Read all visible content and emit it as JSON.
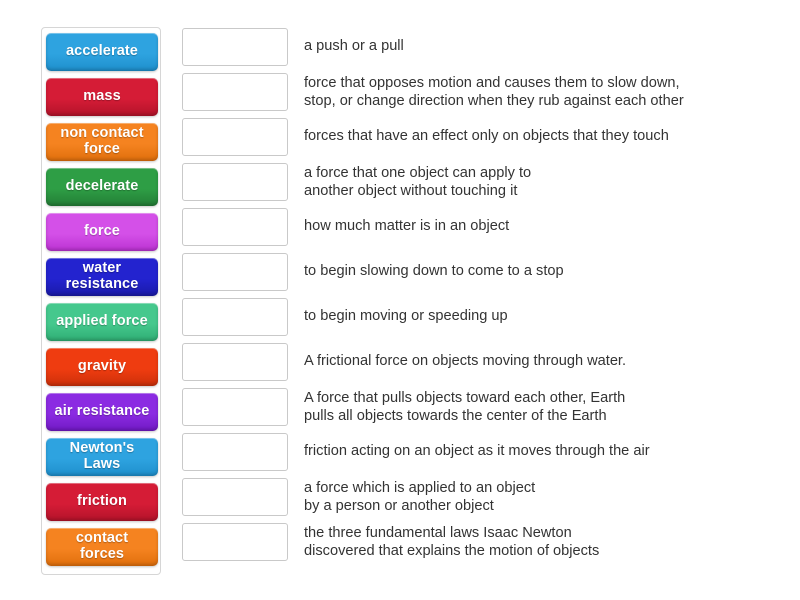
{
  "activity": {
    "type": "match-up",
    "tiles_panel_label": "word bank",
    "rows_panel_label": "definitions list"
  },
  "tiles": [
    {
      "label": "accelerate",
      "color": "#2ea3e0",
      "color_dark": "#1e8fcc"
    },
    {
      "label": "mass",
      "color": "#d51c36",
      "color_dark": "#b3132a"
    },
    {
      "label": "non contact\nforce",
      "color": "#f58320",
      "color_dark": "#e06f0c"
    },
    {
      "label": "decelerate",
      "color": "#2e9e45",
      "color_dark": "#237d36"
    },
    {
      "label": "force",
      "color": "#d450e8",
      "color_dark": "#bb32d2"
    },
    {
      "label": "water\nresistance",
      "color": "#2323cf",
      "color_dark": "#1a1aa8"
    },
    {
      "label": "applied force",
      "color": "#45c88d",
      "color_dark": "#2fae74"
    },
    {
      "label": "gravity",
      "color": "#ef3c10",
      "color_dark": "#cc300a"
    },
    {
      "label": "air resistance",
      "color": "#8b2be2",
      "color_dark": "#7119c4"
    },
    {
      "label": "Newton's\nLaws",
      "color": "#2ea3e0",
      "color_dark": "#1e8fcc"
    },
    {
      "label": "friction",
      "color": "#d51c36",
      "color_dark": "#b3132a"
    },
    {
      "label": "contact\nforces",
      "color": "#f58320",
      "color_dark": "#e06f0c"
    }
  ],
  "rows": [
    {
      "answer": "",
      "definition": "a push or a pull",
      "lines": 1
    },
    {
      "answer": "",
      "definition": "force that opposes motion and causes them to slow down,\nstop, or change direction when they rub against each other",
      "lines": 2
    },
    {
      "answer": "",
      "definition": "forces that have an effect only on objects that they touch",
      "lines": 1
    },
    {
      "answer": "",
      "definition": "a force that one object can apply to\nanother object without touching it",
      "lines": 2
    },
    {
      "answer": "",
      "definition": "how much matter is in an object",
      "lines": 1
    },
    {
      "answer": "",
      "definition": "to begin slowing down to come to a stop",
      "lines": 1
    },
    {
      "answer": "",
      "definition": "to begin moving or speeding up",
      "lines": 1
    },
    {
      "answer": "",
      "definition": "A frictional force on objects moving through water.",
      "lines": 1
    },
    {
      "answer": "",
      "definition": "A force that pulls objects toward each other, Earth\npulls all objects towards the center of the Earth",
      "lines": 2
    },
    {
      "answer": "",
      "definition": "friction acting on an object as it moves through the air",
      "lines": 1
    },
    {
      "answer": "",
      "definition": "a force which is applied to an object\nby a person or another object",
      "lines": 2
    },
    {
      "answer": "",
      "definition": "the three fundamental laws Isaac Newton\ndiscovered that explains the motion of objects",
      "lines": 2
    }
  ],
  "colors": {
    "page_background": "#ffffff",
    "text": "#333333",
    "panel_border": "#d6d6d6",
    "dropzone_border": "#c9c9c9"
  }
}
